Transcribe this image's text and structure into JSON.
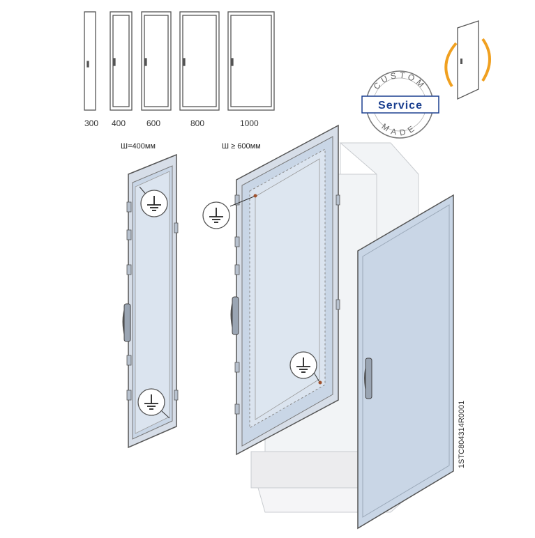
{
  "door_widths": [
    "300",
    "400",
    "600",
    "800",
    "1000"
  ],
  "width_labels": {
    "narrow": "Ш=400мм",
    "wide": "Ш ≥ 600мм"
  },
  "badge": {
    "top_text": "CUSTOM",
    "main_text": "Service",
    "bottom_text": "MADE"
  },
  "part_code": "1STC804314R0001",
  "icons": [
    "ground-symbol-icon",
    "door-swing-icon",
    "door-handle-icon"
  ],
  "colors": {
    "line": "#555555",
    "door_panel": "#c9d6e6",
    "door_panel_light": "#dbe4ef",
    "cabinet_ghost": "#f2f4f6",
    "accent_orange": "#f0a020",
    "badge_blue": "#1a3f8f"
  }
}
